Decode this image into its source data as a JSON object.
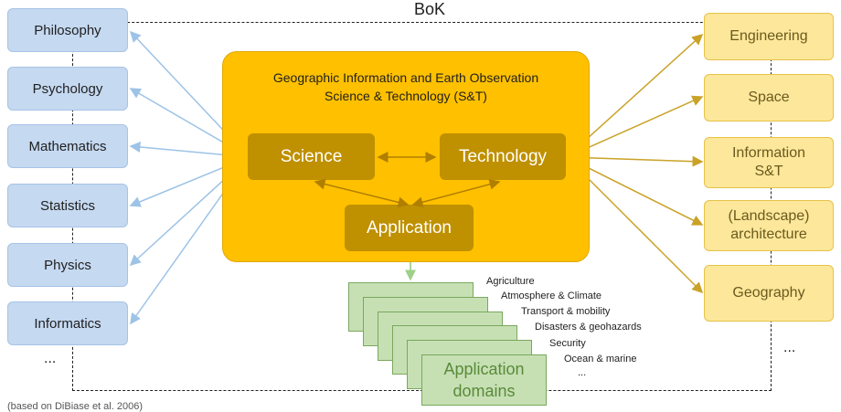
{
  "bok_title": "BoK",
  "left_boxes": [
    "Philosophy",
    "Psychology",
    "Mathematics",
    "Statistics",
    "Physics",
    "Informatics"
  ],
  "left_more": "...",
  "right_boxes": [
    "Engineering",
    "Space",
    "Information S&T",
    "(Landscape) architecture",
    "Geography"
  ],
  "right_more": "...",
  "center": {
    "title_line1": "Geographic Information and Earth Observation",
    "title_line2": "Science & Technology (S&T)",
    "science": "Science",
    "technology": "Technology",
    "application": "Application"
  },
  "app_domains_label": "Application domains",
  "domains": [
    "Agriculture",
    "Atmosphere & Climate",
    "Transport & mobility",
    "Disasters & geohazards",
    "Security",
    "Ocean & marine",
    "..."
  ],
  "footnote": "(based on DiBiase et al. 2006)",
  "colors": {
    "blue_fill": "#c5d9f1",
    "blue_line": "#9dc3e6",
    "gold_fill": "#ffc000",
    "dark_gold": "#bf9000",
    "gold_line": "#c9a227",
    "yellow_fill": "#fde79a",
    "green_fill": "#c6e0b4"
  }
}
